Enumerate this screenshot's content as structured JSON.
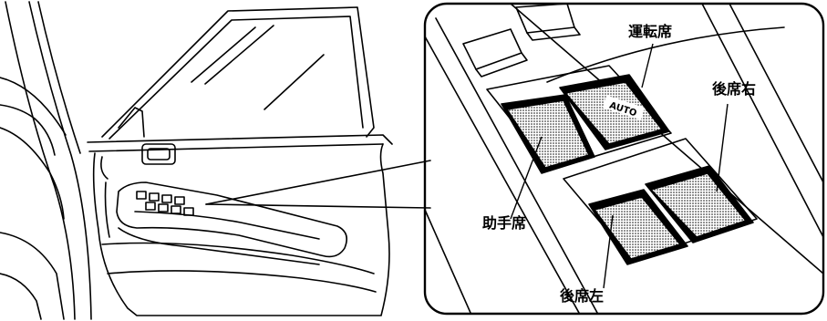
{
  "labels": {
    "driver": "運転席",
    "rear_right": "後席右",
    "passenger": "助手席",
    "rear_left": "後席左",
    "auto": "AUTO"
  }
}
